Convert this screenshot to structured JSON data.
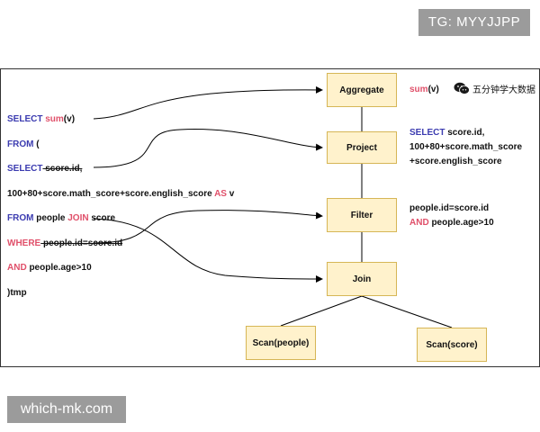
{
  "watermarks": {
    "top": "TG: MYYJJPP",
    "bottom": "which-mk.com"
  },
  "brand": {
    "text": "五分钟学大数据",
    "icon": "wechat-icon"
  },
  "colors": {
    "keyword_blue": "#3b3bb0",
    "keyword_red": "#e0506a",
    "box_fill": "#fff2cc",
    "box_border": "#d6b656"
  },
  "sql": {
    "line1": {
      "kw": "SELECT",
      "fn": "sum",
      "rest": "(v)"
    },
    "line2": {
      "kw": "FROM",
      "rest": " ("
    },
    "line3": {
      "kw": "SELECT",
      "rest": " score.id,"
    },
    "line4": {
      "text": "100+80+score.math_score+score.english_score",
      "kw": "AS",
      "rest": " v"
    },
    "line5": {
      "kw": "FROM",
      "mid": " people ",
      "kw2": "JOIN",
      "rest": " score"
    },
    "line6": {
      "kw": "WHERE",
      "rest": " people.id=score.id"
    },
    "line7": {
      "kw": "AND",
      "rest": " people.age>10"
    },
    "line8": {
      "text": ")tmp"
    }
  },
  "nodes": {
    "aggregate": "Aggregate",
    "project": "Project",
    "filter": "Filter",
    "join": "Join",
    "scan_people": "Scan(people)",
    "scan_score": "Scan(score)"
  },
  "notes": {
    "aggregate_fn": "sum",
    "aggregate_arg": "(v)",
    "project_kw": "SELECT",
    "project_line1": " score.id,",
    "project_line2": "100+80+score.math_score",
    "project_line3": "+score.english_score",
    "filter_line1": "people.id=score.id",
    "filter_kw": "AND",
    "filter_line2": " people.age>10"
  }
}
